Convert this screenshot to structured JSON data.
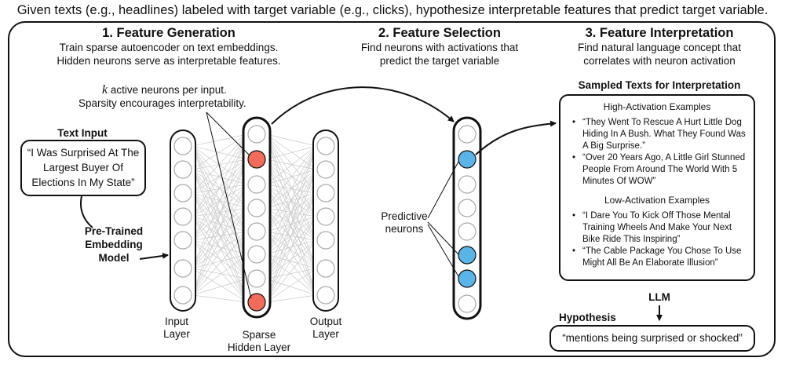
{
  "header": {
    "title": "Given texts (e.g., headlines) labeled with target variable (e.g., clicks), hypothesize interpretable features that predict target variable."
  },
  "generation": {
    "title": "1. Feature Generation",
    "desc_line1": "Train sparse autoencoder on text embeddings.",
    "desc_line2": "Hidden neurons serve as interpretable features.",
    "annotation_k": "k",
    "annotation_line1_rest": " active neurons per input.",
    "annotation_line2": "Sparsity encourages interpretability.",
    "text_input_label": "Text Input",
    "text_input_quote": "“I Was Surprised At The Largest Buyer Of Elections In My State”",
    "embedding_model": [
      "Pre-Trained",
      "Embedding",
      "Model"
    ],
    "input_layer": [
      "Input",
      "Layer"
    ],
    "hidden_layer": [
      "Sparse",
      "Hidden Layer"
    ],
    "output_layer": [
      "Output",
      "Layer"
    ]
  },
  "selection": {
    "title": "2. Feature Selection",
    "desc_line1": "Find neurons with activations that",
    "desc_line2": "predict the target variable",
    "predictive_label": [
      "Predictive",
      "neurons"
    ]
  },
  "interpretation": {
    "title": "3. Feature Interpretation",
    "desc_line1": "Find natural language concept that",
    "desc_line2": "correlates with neuron activation",
    "sampled_title": "Sampled Texts for Interpretation",
    "high_title": "High-Activation Examples",
    "high_examples": [
      "“They Went To Rescue A Hurt Little Dog Hiding In A Bush. What They Found Was A Big Surprise.”",
      "“Over 20 Years Ago, A Little Girl Stunned People From Around The World With 5 Minutes Of WOW”"
    ],
    "low_title": "Low-Activation Examples",
    "low_examples": [
      "“I Dare You To Kick Off Those Mental Training Wheels And Make Your Next Bike Ride This Inspiring”",
      "“The Cable Package You Chose To Use Might All Be An Elaborate Illusion”"
    ],
    "llm_label": "LLM",
    "hypothesis_label": "Hypothesis",
    "hypothesis_text": "“mentions being surprised or shocked”"
  },
  "colors": {
    "active_neuron": "#f26b5b",
    "predictive_neuron": "#5ab4e8",
    "idle_neuron_stroke": "#aaaaaa",
    "edge": "#c8c8c8"
  }
}
